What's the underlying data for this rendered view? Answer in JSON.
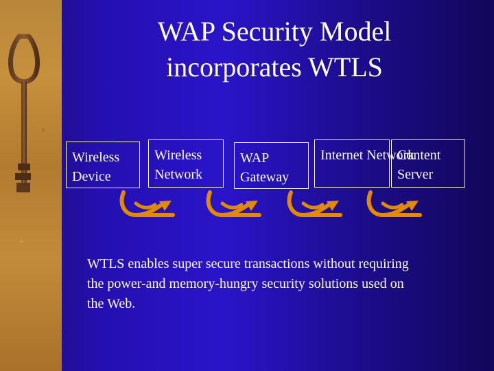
{
  "slide": {
    "title_line_1": "WAP Security Model",
    "title_line_2": "incorporates WTLS",
    "boxes": [
      {
        "line_1": "Wireless",
        "line_2": "Device"
      },
      {
        "line_1": "Wireless",
        "line_2": "Network"
      },
      {
        "line_1": "WAP",
        "line_2": "Gateway"
      },
      {
        "line_1": "Internet Network",
        "line_2": ""
      },
      {
        "line_1": "Content",
        "line_2": "Server"
      }
    ],
    "description": "WTLS enables super secure transactions without requiring the power-and memory-hungry security solutions used on the Web."
  },
  "icons": {
    "key": "key-icon",
    "arrow": "curved-arrow-icon"
  },
  "colors": {
    "background_gradient_start": "#1f0b6b",
    "background_gradient_middle": "#2a14c9",
    "background_gradient_end": "#120659",
    "text": "#ffffff",
    "arrow": "#e28a00",
    "left_strip": "#c6903d"
  }
}
